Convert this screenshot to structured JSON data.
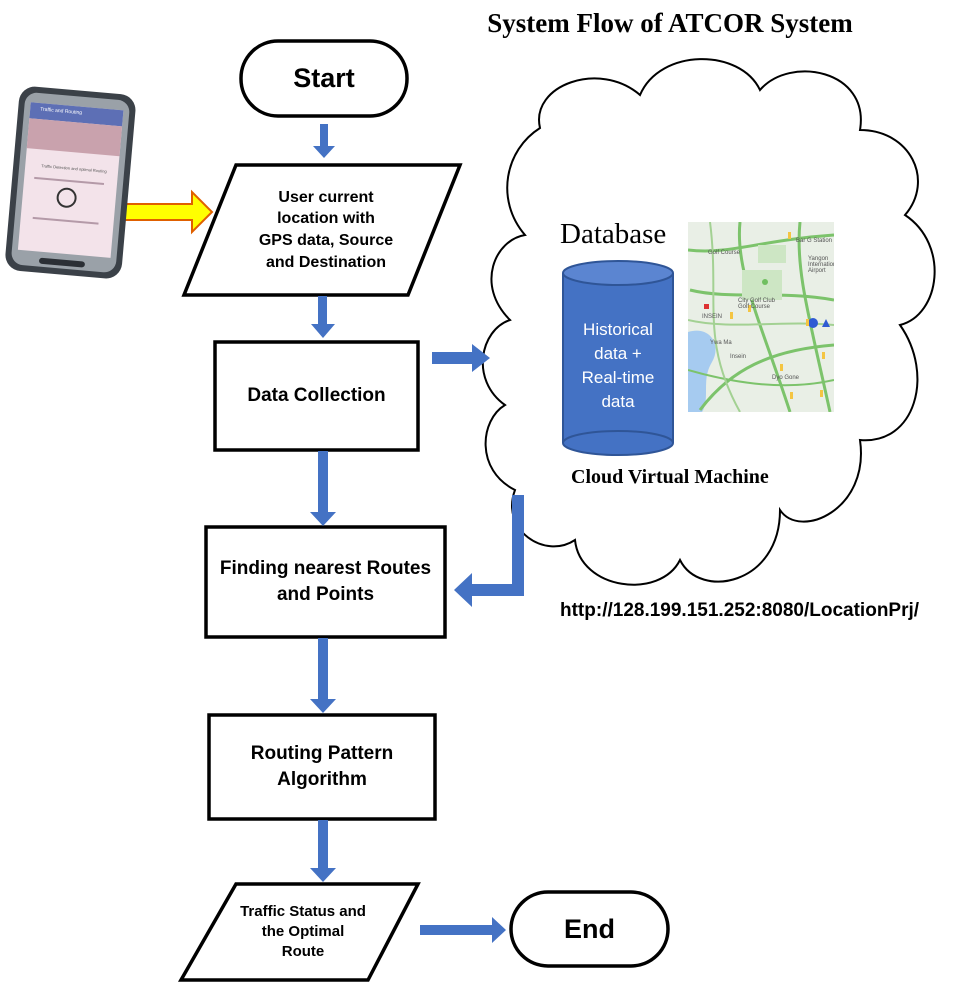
{
  "title": "System Flow of ATCOR System",
  "flow": {
    "start": "Start",
    "input": [
      "User current",
      "location with",
      "GPS data, Source",
      "and Destination"
    ],
    "data_collection": "Data Collection",
    "finding": [
      "Finding nearest Routes",
      "and Points"
    ],
    "routing": [
      "Routing Pattern",
      "Algorithm"
    ],
    "output": [
      "Traffic Status and",
      "the Optimal",
      "Route"
    ],
    "end": "End"
  },
  "cloud": {
    "database_label": "Database",
    "cylinder_text": [
      "Historical",
      "data +",
      "Real-time",
      "data"
    ],
    "caption": "Cloud Virtual Machine",
    "url": "http://128.199.151.252:8080/LocationPrj/"
  },
  "map": {
    "labels": [
      "Bar G Station",
      "Golf Course",
      "Yangon International Airport",
      "City Golf Club Golf Course",
      "INSEIN",
      "Dyo Gone",
      "Ywa Ma",
      "Insein"
    ]
  },
  "phone": {
    "app_title": "Traffic and Routing",
    "screen_text": "Traffic Detection and optimal Routing"
  },
  "colors": {
    "arrow": "#4472c4",
    "cylinder": "#4472c4",
    "yellow_arrow": "#ffff00",
    "yellow_arrow_border": "#e06000",
    "map_road": "#7cc36b",
    "map_bg": "#e9efe6",
    "river": "#a6cbf0"
  }
}
